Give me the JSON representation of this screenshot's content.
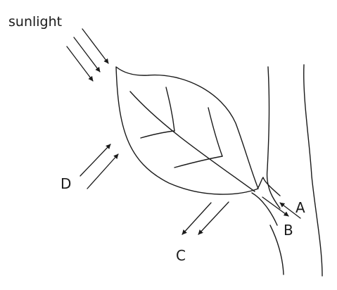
{
  "labels": {
    "sunlight": "sunlight",
    "a": "A",
    "b": "B",
    "c": "C",
    "d": "D"
  },
  "colors": {
    "ink": "#1a1a1a",
    "background": "#ffffff"
  }
}
